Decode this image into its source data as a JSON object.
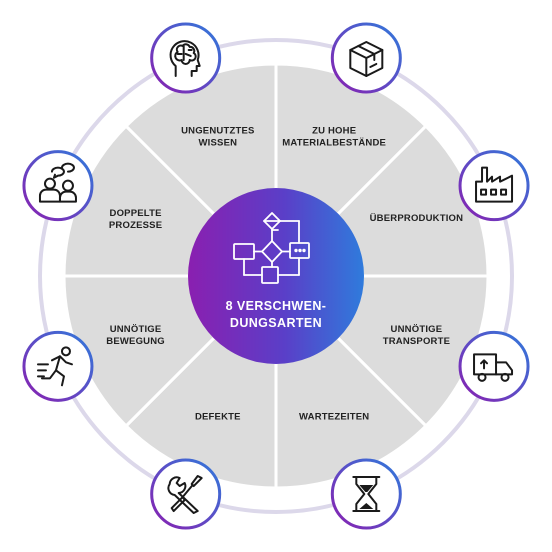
{
  "center": {
    "title_line1": "8 VERSCHWEN-",
    "title_line2": "DUNGSARTEN",
    "icon": "flowchart-icon"
  },
  "segments": [
    {
      "line1": "ZU HOHE",
      "line2": "MATERIALBESTÄNDE",
      "icon": "box-icon"
    },
    {
      "line1": "ÜBERPRODUKTION",
      "line2": "",
      "icon": "factory-icon"
    },
    {
      "line1": "UNNÖTIGE",
      "line2": "TRANSPORTE",
      "icon": "truck-icon"
    },
    {
      "line1": "WARTEZEITEN",
      "line2": "",
      "icon": "hourglass-icon"
    },
    {
      "line1": "DEFEKTE",
      "line2": "",
      "icon": "tools-icon"
    },
    {
      "line1": "UNNÖTIGE",
      "line2": "BEWEGUNG",
      "icon": "running-person-icon"
    },
    {
      "line1": "DOPPELTE",
      "line2": "PROZESSE",
      "icon": "people-chat-icon"
    },
    {
      "line1": "UNGENUTZTES",
      "line2": "WISSEN",
      "icon": "brain-head-icon"
    }
  ],
  "colors": {
    "segment_fill": "#dcdcdc",
    "outer_ring": "#dcd8ea",
    "gradient_start": "#8a1fb0",
    "gradient_end": "#2f7bdc"
  }
}
